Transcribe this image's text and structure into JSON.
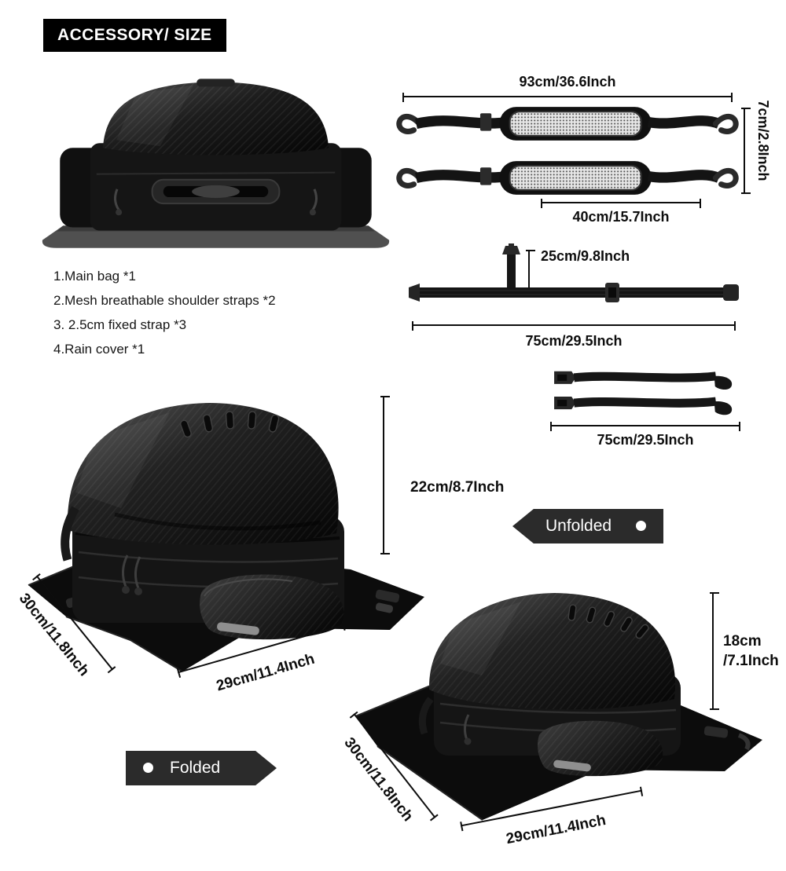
{
  "header": {
    "title": "ACCESSORY/ SIZE"
  },
  "accessory_list": {
    "items": [
      "1.Main bag *1",
      "2.Mesh breathable shoulder straps *2",
      "3. 2.5cm fixed strap *3",
      "4.Rain cover *1"
    ]
  },
  "shoulder_straps": {
    "length": "93cm/36.6Inch",
    "width": "7cm/2.8Inch",
    "pad_length": "40cm/15.7Inch"
  },
  "fixed_strap": {
    "drop": "25cm/9.8Inch",
    "length": "75cm/29.5Inch"
  },
  "short_straps": {
    "length": "75cm/29.5Inch"
  },
  "unfolded": {
    "label": "Unfolded",
    "height": "22cm/8.7Inch",
    "depth": "30cm/11.8Inch",
    "width": "29cm/11.4Inch"
  },
  "folded": {
    "label": "Folded",
    "height_line1": "18cm",
    "height_line2": "/7.1Inch",
    "depth": "30cm/11.8Inch",
    "width": "29cm/11.4Inch"
  },
  "colors": {
    "ink": "#0d0d0d",
    "banner_bg": "#000000",
    "tag_bg": "#2b2b2b"
  }
}
